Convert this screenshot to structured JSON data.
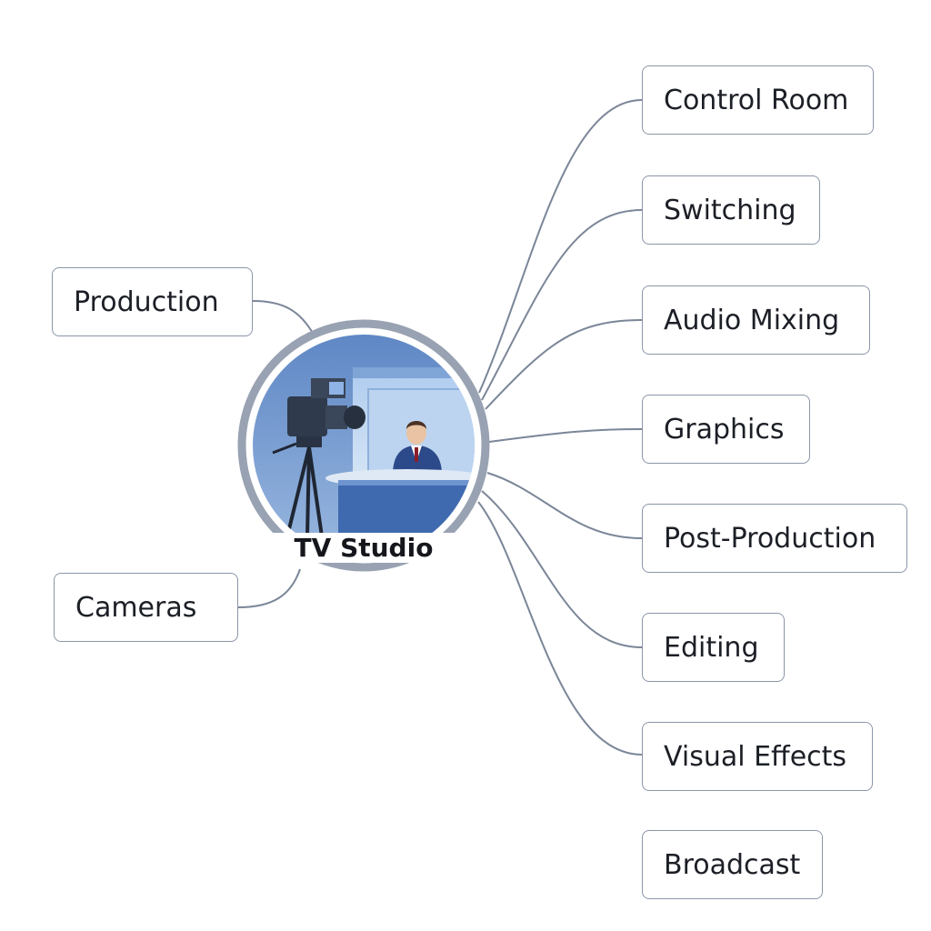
{
  "center": {
    "title": "TV Studio",
    "image": "tv-studio-illustration"
  },
  "left_branches": [
    {
      "id": "production",
      "label": "Production"
    },
    {
      "id": "cameras",
      "label": "Cameras"
    }
  ],
  "right_branches": [
    {
      "id": "control-room",
      "label": "Control Room"
    },
    {
      "id": "switching",
      "label": "Switching"
    },
    {
      "id": "audio-mixing",
      "label": "Audio Mixing"
    },
    {
      "id": "graphics",
      "label": "Graphics"
    },
    {
      "id": "post-production",
      "label": "Post-Production"
    },
    {
      "id": "editing",
      "label": "Editing"
    },
    {
      "id": "visual-effects",
      "label": "Visual Effects"
    },
    {
      "id": "broadcast",
      "label": "Broadcast"
    }
  ],
  "colors": {
    "connector": "#7b8698",
    "ring": "#98a2b2",
    "node_border": "#8a96a8"
  }
}
